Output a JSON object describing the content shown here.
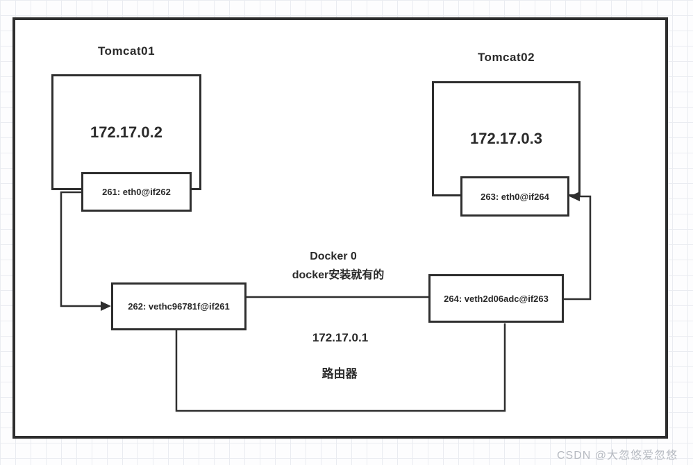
{
  "colors": {
    "stroke": "#2e2e2e",
    "text": "#2a2a2a",
    "canvas_bg": "#ffffff",
    "grid_line": "#eaecf1",
    "watermark": "#b6bac1"
  },
  "nodes": {
    "tomcat01": {
      "title": "Tomcat01",
      "ip": "172.17.0.2",
      "eth": "261: eth0@if262"
    },
    "tomcat02": {
      "title": "Tomcat02",
      "ip": "172.17.0.3",
      "eth": "263: eth0@if264"
    },
    "bridge": {
      "veth_left": "262: vethc96781f@if261",
      "veth_right": "264: veth2d06adc@if263",
      "name": "Docker 0",
      "note": "docker安装就有的",
      "ip": "172.17.0.1",
      "role": "路由器"
    }
  },
  "watermark": "CSDN @大忽悠爱忽悠"
}
